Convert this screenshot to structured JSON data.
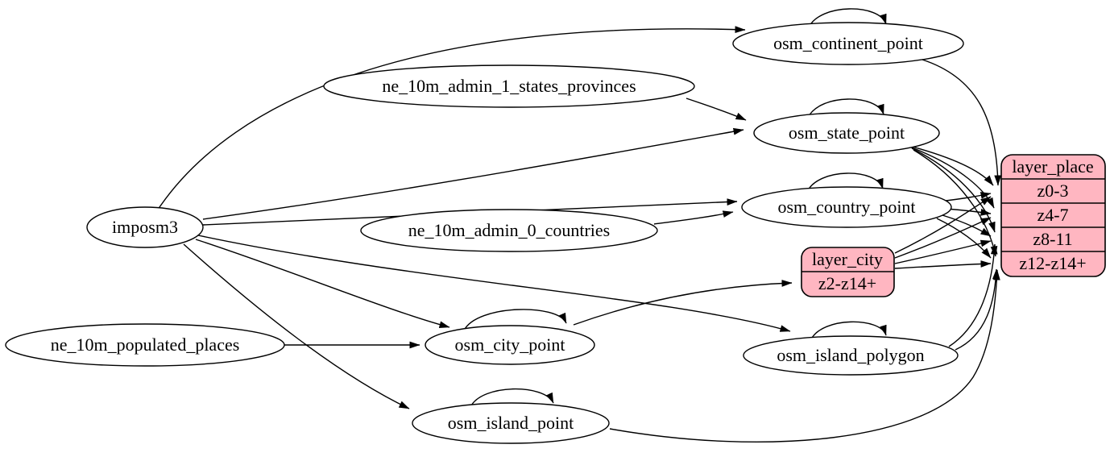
{
  "diagram": {
    "kind": "etl-dependency-graph",
    "background_color": "#ffffff",
    "node_fill_color": "#ffffff",
    "record_fill_color": "#ffb6c1",
    "line_color": "#000000"
  },
  "nodes": {
    "imposm3": {
      "label": "imposm3",
      "shape": "ellipse"
    },
    "ne_10m_admin_1_states_provinces": {
      "label": "ne_10m_admin_1_states_provinces",
      "shape": "ellipse"
    },
    "ne_10m_admin_0_countries": {
      "label": "ne_10m_admin_0_countries",
      "shape": "ellipse"
    },
    "ne_10m_populated_places": {
      "label": "ne_10m_populated_places",
      "shape": "ellipse"
    },
    "osm_continent_point": {
      "label": "osm_continent_point",
      "shape": "ellipse"
    },
    "osm_state_point": {
      "label": "osm_state_point",
      "shape": "ellipse"
    },
    "osm_country_point": {
      "label": "osm_country_point",
      "shape": "ellipse"
    },
    "osm_city_point": {
      "label": "osm_city_point",
      "shape": "ellipse"
    },
    "osm_island_polygon": {
      "label": "osm_island_polygon",
      "shape": "ellipse"
    },
    "osm_island_point": {
      "label": "osm_island_point",
      "shape": "ellipse"
    },
    "layer_city": {
      "title": "layer_city",
      "rows": [
        "z2-z14+"
      ],
      "shape": "record"
    },
    "layer_place": {
      "title": "layer_place",
      "rows": [
        "z0-3",
        "z4-7",
        "z8-11",
        "z12-z14+"
      ],
      "shape": "record"
    }
  },
  "edges": [
    {
      "from": "imposm3",
      "to": "osm_continent_point"
    },
    {
      "from": "imposm3",
      "to": "osm_state_point"
    },
    {
      "from": "imposm3",
      "to": "osm_country_point"
    },
    {
      "from": "imposm3",
      "to": "osm_city_point"
    },
    {
      "from": "imposm3",
      "to": "osm_island_polygon"
    },
    {
      "from": "imposm3",
      "to": "osm_island_point"
    },
    {
      "from": "ne_10m_admin_1_states_provinces",
      "to": "osm_state_point"
    },
    {
      "from": "ne_10m_admin_0_countries",
      "to": "osm_country_point"
    },
    {
      "from": "ne_10m_populated_places",
      "to": "osm_city_point"
    },
    {
      "from": "osm_continent_point",
      "to": "osm_continent_point"
    },
    {
      "from": "osm_state_point",
      "to": "osm_state_point"
    },
    {
      "from": "osm_country_point",
      "to": "osm_country_point"
    },
    {
      "from": "osm_city_point",
      "to": "osm_city_point"
    },
    {
      "from": "osm_island_polygon",
      "to": "osm_island_polygon"
    },
    {
      "from": "osm_island_point",
      "to": "osm_island_point"
    },
    {
      "from": "osm_continent_point",
      "to": "layer_place:z0-3"
    },
    {
      "from": "osm_state_point",
      "to": "layer_place:z0-3"
    },
    {
      "from": "osm_state_point",
      "to": "layer_place:z4-7"
    },
    {
      "from": "osm_state_point",
      "to": "layer_place:z8-11"
    },
    {
      "from": "osm_state_point",
      "to": "layer_place:z12-z14+"
    },
    {
      "from": "osm_country_point",
      "to": "layer_place:z0-3"
    },
    {
      "from": "osm_country_point",
      "to": "layer_place:z4-7"
    },
    {
      "from": "osm_country_point",
      "to": "layer_place:z8-11"
    },
    {
      "from": "osm_country_point",
      "to": "layer_place:z12-z14+"
    },
    {
      "from": "osm_city_point",
      "to": "layer_city:z2-z14+"
    },
    {
      "from": "layer_city",
      "to": "layer_place:z0-3"
    },
    {
      "from": "layer_city",
      "to": "layer_place:z4-7"
    },
    {
      "from": "layer_city",
      "to": "layer_place:z8-11"
    },
    {
      "from": "layer_city",
      "to": "layer_place:z12-z14+"
    },
    {
      "from": "osm_island_polygon",
      "to": "layer_place:z8-11"
    },
    {
      "from": "osm_island_polygon",
      "to": "layer_place:z12-z14+"
    },
    {
      "from": "osm_island_point",
      "to": "layer_place:z12-z14+"
    }
  ]
}
